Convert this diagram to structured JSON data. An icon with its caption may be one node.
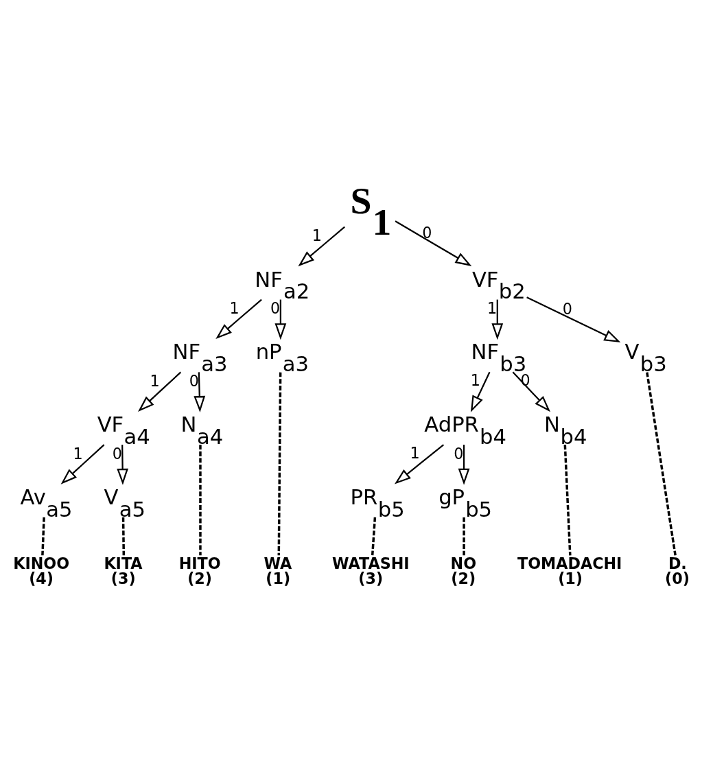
{
  "diagram": {
    "nodes": [
      {
        "text": [
          "S$_{1}$"
        ]
      },
      {
        "text": [
          "NF$_{a2}$"
        ]
      },
      {
        "text": [
          "VF$_{b2}$"
        ]
      },
      {
        "text": [
          "NF$_{a3}$"
        ]
      },
      {
        "text": [
          "nP$_{a3}$"
        ]
      },
      {
        "text": [
          "NF$_{b3}$"
        ]
      },
      {
        "text": [
          "V$_{b3}$"
        ]
      },
      {
        "text": [
          "VF$_{a4}$"
        ]
      },
      {
        "text": [
          "N$_{a4}$"
        ]
      },
      {
        "text": [
          "AdPR$_{b4}$"
        ]
      },
      {
        "text": [
          "N$_{b4}$"
        ]
      },
      {
        "text": [
          "Av$_{a5}$"
        ]
      },
      {
        "text": [
          "V$_{a5}$"
        ]
      },
      {
        "text": [
          "PR$_{b5}$"
        ]
      },
      {
        "text": [
          "gP$_{b5}$"
        ]
      },
      {
        "text": [
          "KINOO",
          "(4)"
        ]
      },
      {
        "text": [
          "KITA",
          "(3)"
        ]
      },
      {
        "text": [
          "HITO",
          "(2)"
        ]
      },
      {
        "text": [
          "WA",
          "(1)"
        ]
      },
      {
        "text": [
          "WATASHI",
          "(3)"
        ]
      },
      {
        "text": [
          "NO",
          "(2)"
        ]
      },
      {
        "text": [
          "TOMADACHI",
          "(1)"
        ]
      },
      {
        "text": [
          "D.",
          "(0)"
        ]
      }
    ],
    "edges": [
      {
        "from": 0,
        "to": 1,
        "arrow": "to",
        "label": "1"
      },
      {
        "from": 0,
        "to": 2,
        "arrow": "to",
        "label": "0"
      },
      {
        "from": 1,
        "to": 3,
        "arrow": "to",
        "label": "1"
      },
      {
        "from": 1,
        "to": 4,
        "arrow": "to",
        "label": "0"
      },
      {
        "from": 2,
        "to": 5,
        "arrow": "to",
        "label": "1"
      },
      {
        "from": 2,
        "to": 6,
        "arrow": "to",
        "label": "0"
      },
      {
        "from": 3,
        "to": 7,
        "arrow": "to",
        "label": "1"
      },
      {
        "from": 3,
        "to": 8,
        "arrow": "to",
        "label": "0"
      },
      {
        "from": 5,
        "to": 9,
        "arrow": "to",
        "label": "1"
      },
      {
        "from": 5,
        "to": 10,
        "arrow": "to",
        "label": "0"
      },
      {
        "from": 7,
        "to": 11,
        "arrow": "to",
        "label": "1"
      },
      {
        "from": 7,
        "to": 12,
        "arrow": "to",
        "label": "0"
      },
      {
        "from": 9,
        "to": 13,
        "arrow": "to",
        "label": "1"
      },
      {
        "from": 9,
        "to": 14,
        "arrow": "to",
        "label": "0"
      },
      {
        "from": 11,
        "to": 15,
        "arrow": "none",
        "style": "dashed"
      },
      {
        "from": 12,
        "to": 16,
        "arrow": "none",
        "style": "dashed"
      },
      {
        "from": 8,
        "to": 17,
        "arrow": "none",
        "style": "dashed"
      },
      {
        "from": 4,
        "to": 18,
        "arrow": "none",
        "style": "dashed"
      },
      {
        "from": 13,
        "to": 19,
        "arrow": "none",
        "style": "dashed"
      },
      {
        "from": 14,
        "to": 20,
        "arrow": "none",
        "style": "dashed"
      },
      {
        "from": 10,
        "to": 21,
        "arrow": "none",
        "style": "dashed"
      },
      {
        "from": 6,
        "to": 22,
        "arrow": "none",
        "style": "dashed"
      }
    ]
  }
}
